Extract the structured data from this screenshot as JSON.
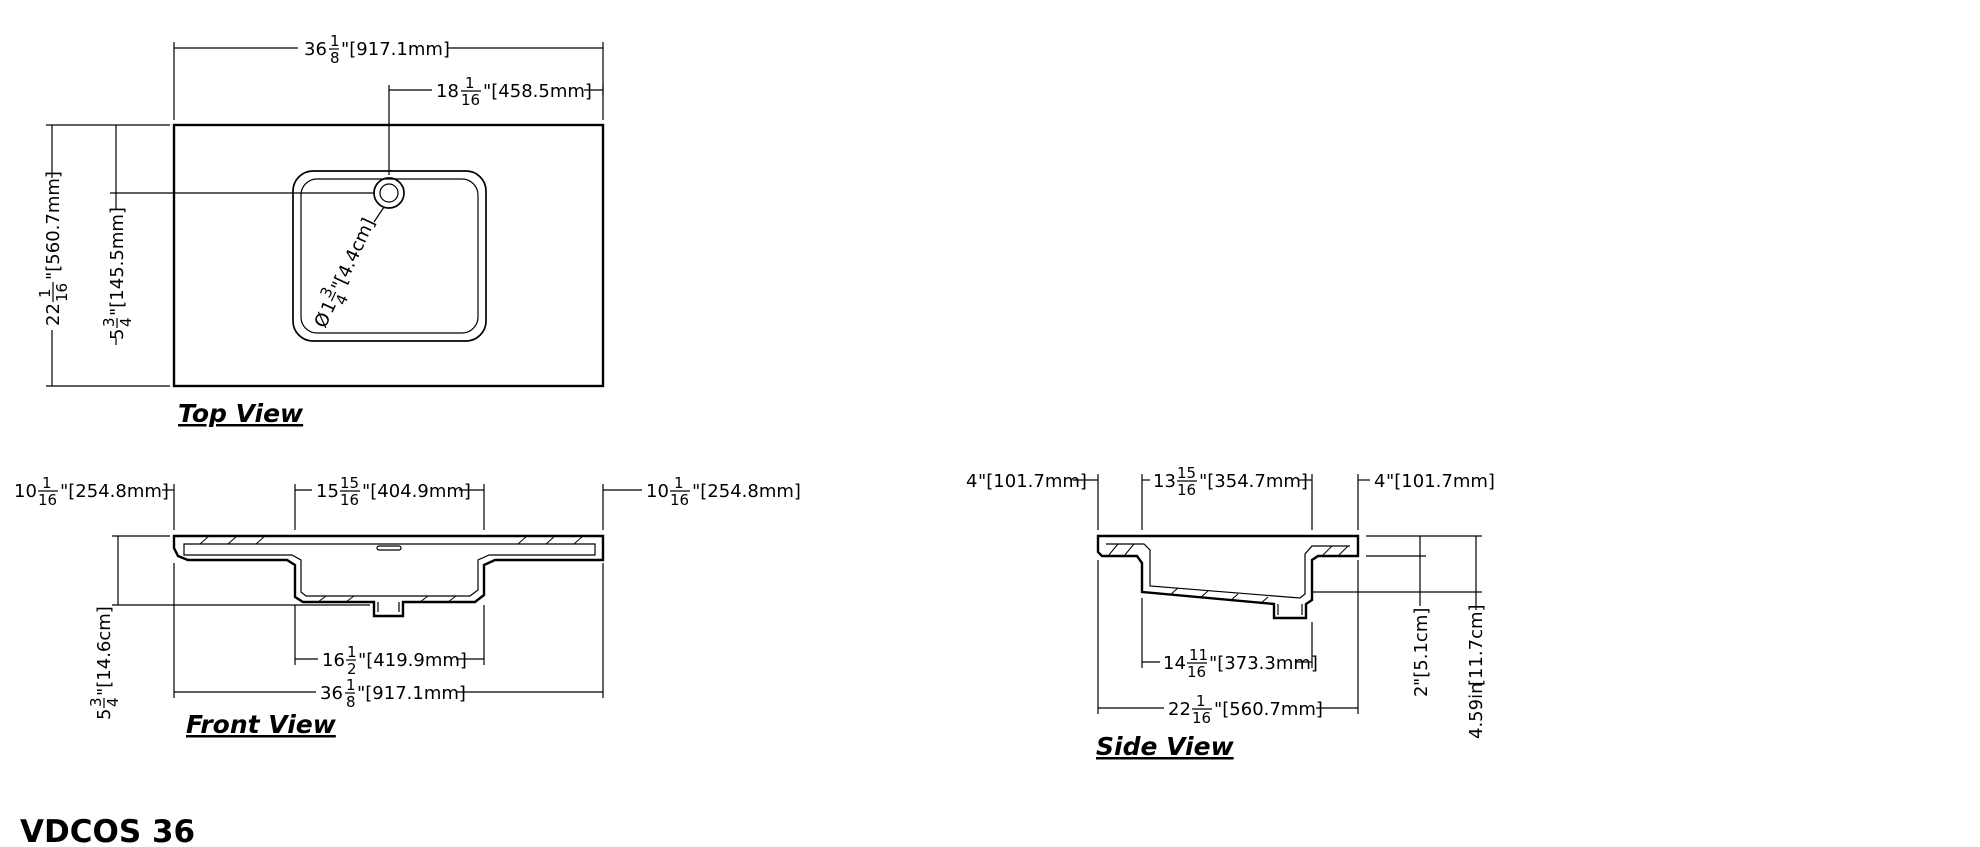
{
  "model_name": "VDCOS 36",
  "views": {
    "top": {
      "label": "Top View",
      "overall_width": {
        "whole": "36",
        "num": "1",
        "den": "8",
        "metric": "\"[917.1mm]"
      },
      "drain_center": {
        "whole": "18",
        "num": "1",
        "den": "16",
        "metric": "\"[458.5mm]"
      },
      "depth": {
        "whole": "22",
        "num": "1",
        "den": "16",
        "metric": "\"[560.7mm]"
      },
      "drain_from_back": {
        "whole": "5",
        "num": "3",
        "den": "4",
        "metric": "\"[145.5mm]"
      },
      "drain_diameter": {
        "prefix": "Ø",
        "whole": "1",
        "num": "3",
        "den": "4",
        "metric": "\"[4.4cm]"
      }
    },
    "front": {
      "label": "Front View",
      "left_deck": {
        "whole": "10",
        "num": "1",
        "den": "16",
        "metric": "\"[254.8mm]"
      },
      "basin_width": {
        "whole": "15",
        "num": "15",
        "den": "16",
        "metric": "\"[404.9mm]"
      },
      "right_deck": {
        "whole": "10",
        "num": "1",
        "den": "16",
        "metric": "\"[254.8mm]"
      },
      "bowl_outer": {
        "whole": "16",
        "num": "1",
        "den": "2",
        "metric": "\"[419.9mm]"
      },
      "overall_width": {
        "whole": "36",
        "num": "1",
        "den": "8",
        "metric": "\"[917.1mm]"
      },
      "height": {
        "whole": "5",
        "num": "3",
        "den": "4",
        "metric": "\"[14.6cm]"
      }
    },
    "side": {
      "label": "Side View",
      "back_deck": {
        "whole": "4",
        "metric": "\"[101.7mm]"
      },
      "basin_depth": {
        "whole": "13",
        "num": "15",
        "den": "16",
        "metric": "\"[354.7mm]"
      },
      "front_deck": {
        "whole": "4",
        "metric": "\"[101.7mm]"
      },
      "bowl_bottom": {
        "whole": "14",
        "num": "11",
        "den": "16",
        "metric": "\"[373.3mm]"
      },
      "overall_depth": {
        "whole": "22",
        "num": "1",
        "den": "16",
        "metric": "\"[560.7mm]"
      },
      "bowl_height": {
        "whole": "2",
        "metric": "\"[5.1cm]"
      },
      "overall_height": {
        "whole": "4.59in",
        "metric": "[11.7cm]"
      }
    }
  }
}
